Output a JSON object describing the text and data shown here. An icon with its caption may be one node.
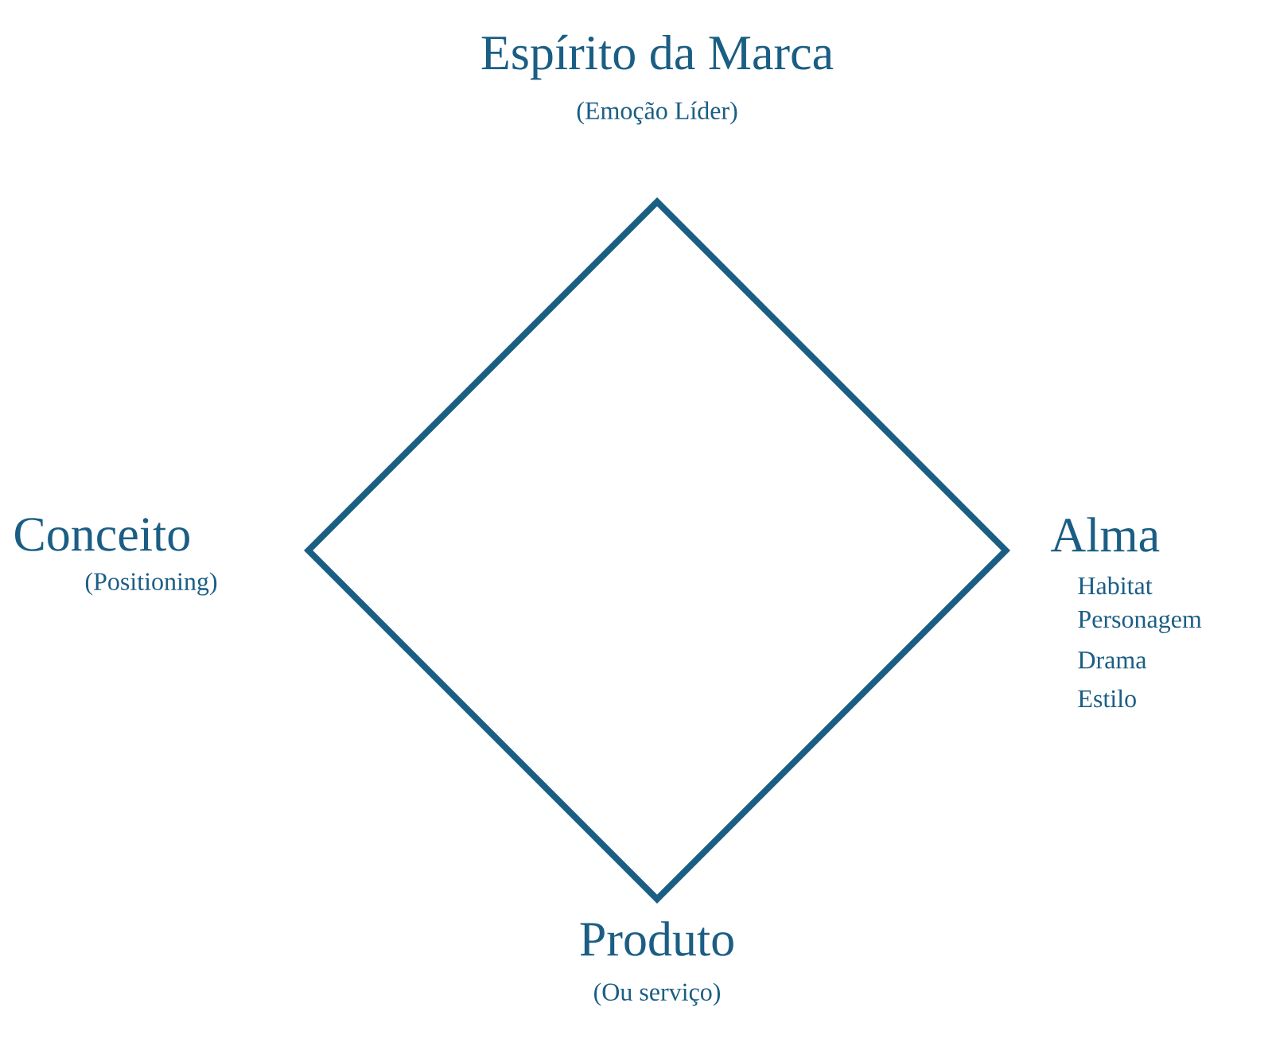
{
  "diagram": {
    "nodes": [
      {
        "text": [],
        "shape": "diamond"
      }
    ],
    "labels": [
      "Espírito da Marca",
      "(Emoção Líder)",
      "Conceito",
      "(Positioning)",
      "Alma",
      "Habitat",
      "Personagem",
      "Drama",
      "Estilo",
      "Produto",
      "(Ou serviço)"
    ]
  }
}
